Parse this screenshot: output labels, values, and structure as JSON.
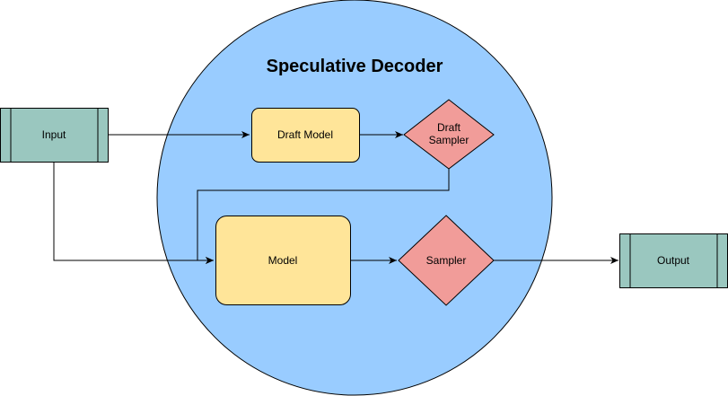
{
  "diagram": {
    "title": "Speculative Decoder",
    "nodes": {
      "input": {
        "label": "Input"
      },
      "draft_model": {
        "label": "Draft Model"
      },
      "draft_sampler": {
        "label_line1": "Draft",
        "label_line2": "Sampler"
      },
      "model": {
        "label": "Model"
      },
      "sampler": {
        "label": "Sampler"
      },
      "output": {
        "label": "Output"
      }
    },
    "edges": [
      {
        "from": "Input",
        "to": "Draft Model"
      },
      {
        "from": "Draft Model",
        "to": "Draft Sampler"
      },
      {
        "from": "Draft Sampler",
        "to": "Model"
      },
      {
        "from": "Input",
        "to": "Model"
      },
      {
        "from": "Model",
        "to": "Sampler"
      },
      {
        "from": "Sampler",
        "to": "Output"
      }
    ]
  },
  "colors": {
    "container_fill": "#99CCFF",
    "process_fill": "#9AC7BF",
    "model_fill": "#FFE599",
    "sampler_fill": "#F19C99",
    "stroke": "#000000"
  }
}
